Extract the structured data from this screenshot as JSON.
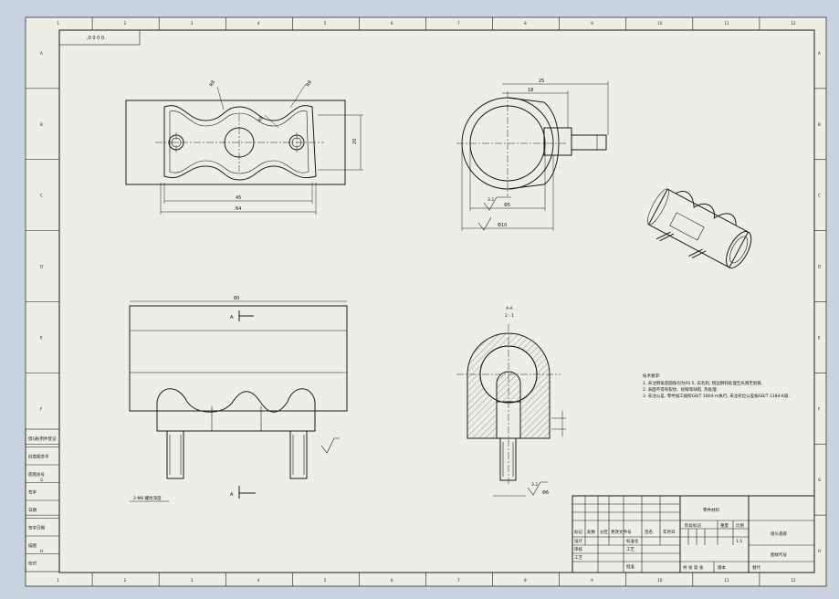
{
  "sheet": {
    "background_color": "#c9d3df",
    "paper_color": "#efeee4",
    "line_color": "#1a1a1a",
    "zone_numbers": [
      "1",
      "2",
      "3",
      "4",
      "5",
      "6",
      "7",
      "8",
      "9",
      "10",
      "11",
      "12"
    ],
    "zone_letters": [
      "A",
      "B",
      "C",
      "D",
      "E",
      "F",
      "G",
      "H"
    ]
  },
  "corner_label": ",0 0 0 0.",
  "views": {
    "top": {
      "dims": {
        "width_inner": "45",
        "width_outer": "64",
        "height": "20"
      },
      "notes": {
        "radius_1": "R8",
        "radius_2": "R8",
        "radius_3": "R8"
      }
    },
    "side": {
      "dims": {
        "depth": "25",
        "depth_inner": "18",
        "dia_inner": "Φ5",
        "dia_outer": "Φ10"
      },
      "roughness": "3.2"
    },
    "front": {
      "dims": {
        "length": "80"
      },
      "section_marker": "A",
      "bottom_label": "2-M6 螺纹深度",
      "section_bottom": "A"
    },
    "section": {
      "label_top": "A-A",
      "label_sub": "2 : 1",
      "roughness": "3.2",
      "dia": "Φ6"
    }
  },
  "tech_notes": {
    "title": "技术要求:",
    "lines": [
      "1. 未注倒角及圆角均为R0.5, 去毛刺, 锐边倒钝处理至光滑无划痕.",
      "2. 表面不得有裂纹、砂眼等缺陷, 热处理.",
      "3. 未注公差, 零件加工按照GB/T 1804-m执行, 未注形位公差按GB/T 1184-K级."
    ]
  },
  "left_labels": [
    "借(通)用件登记",
    "旧底图总号",
    "底图总号",
    "签字",
    "日期",
    "签字日期",
    "描图",
    "校对"
  ],
  "title_block": {
    "headers": [
      "标记",
      "处数",
      "分区",
      "更改文件号",
      "签名",
      "年月日"
    ],
    "rows": [
      "设计",
      "审核",
      "工艺"
    ],
    "col2": [
      "标准化",
      "工艺",
      "批准"
    ],
    "stage": "阶段标记",
    "weight": "重量",
    "scale": "比例",
    "scale_value": "1:1",
    "sheets": "共 张 第 张",
    "version": "版本",
    "replace": "替代",
    "material": "零件材料",
    "part_name": "接头基座",
    "drawing_no": "图样代号"
  }
}
